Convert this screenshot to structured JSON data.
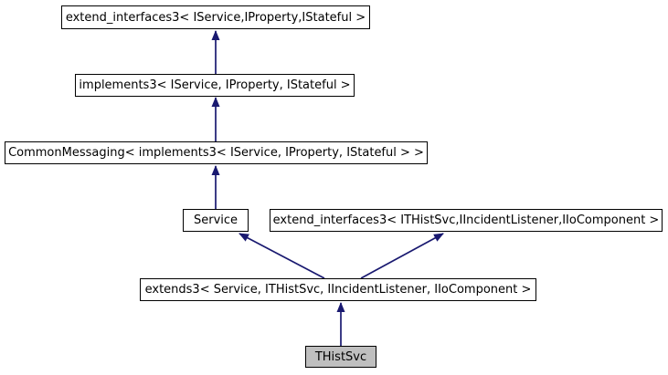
{
  "diagram": {
    "type": "class-inheritance-graph",
    "current_class": "THistSvc",
    "colors": {
      "arrow": "#191970",
      "node_border": "#000000",
      "node_fill": "#ffffff",
      "current_node_fill": "#bfbfbf",
      "text": "#000000",
      "background": "#ffffff"
    },
    "nodes": [
      {
        "id": "extend-interfaces3-iservice",
        "label": "extend_interfaces3< IService,IProperty,IStateful >",
        "current": false
      },
      {
        "id": "implements3",
        "label": "implements3< IService, IProperty, IStateful >",
        "current": false
      },
      {
        "id": "common-messaging",
        "label": "CommonMessaging< implements3< IService, IProperty, IStateful > >",
        "current": false
      },
      {
        "id": "service",
        "label": "Service",
        "current": false
      },
      {
        "id": "extend-interfaces3-ithistsvc",
        "label": "extend_interfaces3< ITHistSvc,IIncidentListener,IIoComponent >",
        "current": false
      },
      {
        "id": "extends3",
        "label": "extends3< Service, ITHistSvc, IIncidentListener, IIoComponent >",
        "current": false
      },
      {
        "id": "thistsvc",
        "label": "THistSvc",
        "current": true
      }
    ],
    "edges": [
      {
        "from": "implements3",
        "to": "extend-interfaces3-iservice"
      },
      {
        "from": "common-messaging",
        "to": "implements3"
      },
      {
        "from": "service",
        "to": "common-messaging"
      },
      {
        "from": "extends3",
        "to": "service"
      },
      {
        "from": "extends3",
        "to": "extend-interfaces3-ithistsvc"
      },
      {
        "from": "thistsvc",
        "to": "extends3"
      }
    ]
  }
}
